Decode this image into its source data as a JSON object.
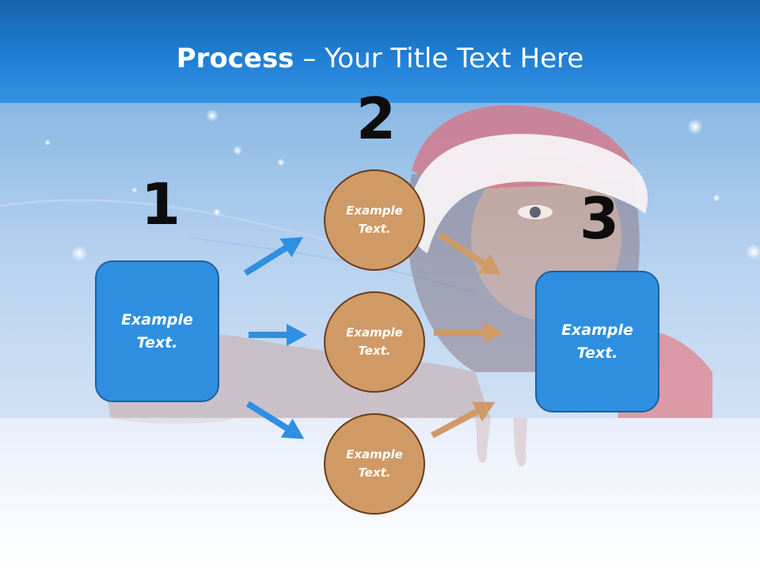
{
  "slide": {
    "title_bold": "Process",
    "title_rest": " – Your Title Text Here",
    "step_numbers": [
      "1",
      "2",
      "3"
    ],
    "left_box": {
      "label": "Example\nText."
    },
    "right_box": {
      "label": "Example\nText."
    },
    "circles": [
      {
        "label": "Example\nText."
      },
      {
        "label": "Example\nText."
      },
      {
        "label": "Example\nText."
      }
    ]
  },
  "colors": {
    "header_blue": "#1f7fd4",
    "box_blue": "#2e8fe0",
    "arrow_blue": "#2f8fe0",
    "circle_tan": "#cf9a66",
    "arrow_tan": "#cf9a66",
    "circle_border": "#6a3d18",
    "number_black": "#0d0d0d"
  },
  "background": {
    "image": "woman-in-santa-hat-photo"
  }
}
